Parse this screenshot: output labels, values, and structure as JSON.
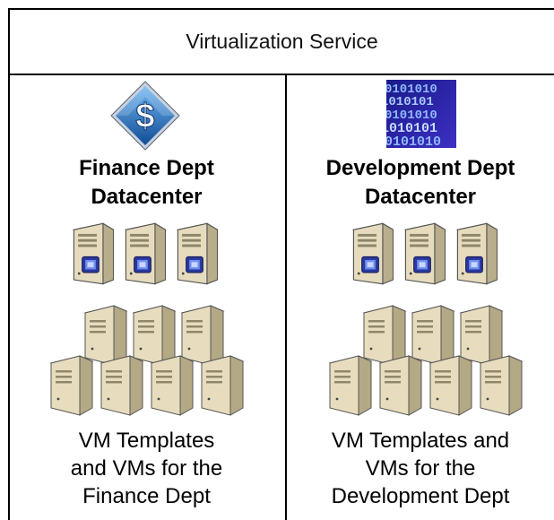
{
  "header": {
    "title": "Virtualization Service"
  },
  "departments": [
    {
      "id": "finance",
      "icon": "finance-dollar-icon",
      "title_line1": "Finance Dept",
      "title_line2": "Datacenter",
      "caption_line1": "VM Templates",
      "caption_line2": "and VMs for the",
      "caption_line3": "Finance Dept"
    },
    {
      "id": "development",
      "icon": "binary-code-icon",
      "title_line1": "Development Dept",
      "title_line2": "Datacenter",
      "caption_line1": "VM Templates and",
      "caption_line2": "VMs for the",
      "caption_line3": "Development Dept"
    }
  ],
  "icons": {
    "host_server": "host-server-icon",
    "vm": "virtual-machine-icon"
  },
  "colors": {
    "border": "#000000",
    "dollar_blue": "#1f6fc5",
    "binary_blue": "#2a2aa8",
    "server_beige": "#e9e0c4"
  }
}
